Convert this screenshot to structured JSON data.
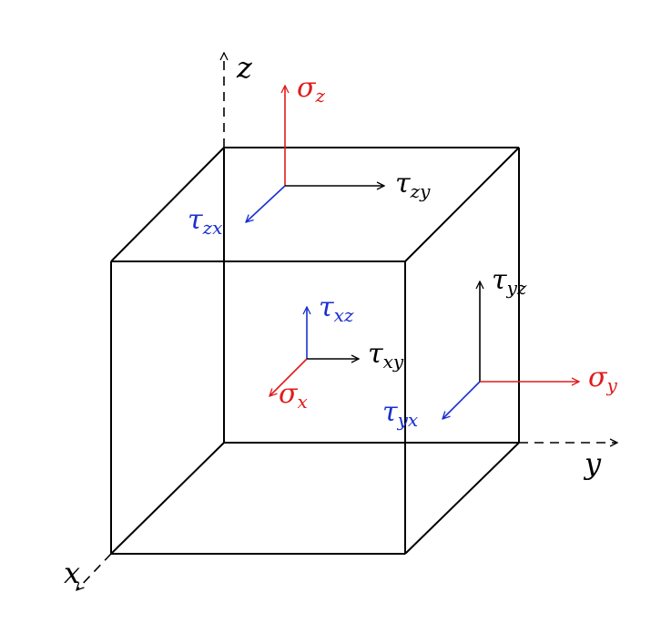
{
  "axes": {
    "x": "x",
    "y": "y",
    "z": "z"
  },
  "labels": {
    "sigma_z": {
      "main": "σ",
      "sub": "z"
    },
    "tau_zy": {
      "main": "τ",
      "sub": "zy"
    },
    "tau_zx": {
      "main": "τ",
      "sub": "zx"
    },
    "tau_xz": {
      "main": "τ",
      "sub": "xz"
    },
    "tau_xy": {
      "main": "τ",
      "sub": "xy"
    },
    "sigma_x": {
      "main": "σ",
      "sub": "x"
    },
    "tau_yz": {
      "main": "τ",
      "sub": "yz"
    },
    "sigma_y": {
      "main": "σ",
      "sub": "y"
    },
    "tau_yx": {
      "main": "τ",
      "sub": "yx"
    }
  },
  "colors": {
    "normal_stress": "#e01b1b",
    "shear_in_plane": "#000000",
    "shear_out_of_plane": "#1a2fcf",
    "edges": "#000000"
  }
}
